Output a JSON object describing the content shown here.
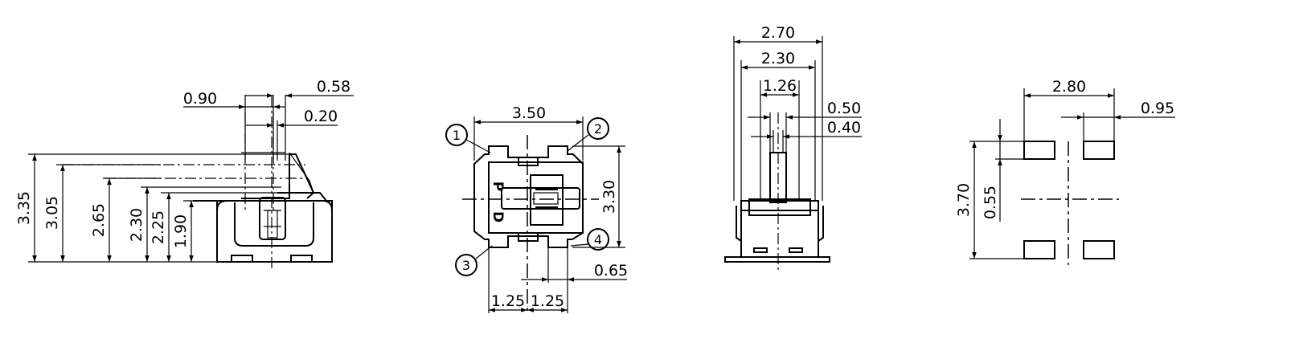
{
  "side_view": {
    "dims": {
      "w090": "0.90",
      "w058": "0.58",
      "w020": "0.20",
      "h335": "3.35",
      "h305": "3.05",
      "h265": "2.65",
      "h230": "2.30",
      "h225": "2.25",
      "h190": "1.90"
    }
  },
  "top_view": {
    "dims": {
      "w350": "3.50",
      "h330": "3.30",
      "w065": "0.65",
      "w125a": "1.25",
      "w125b": "1.25"
    },
    "pins": [
      "1",
      "2",
      "3",
      "4"
    ],
    "marks": {
      "p": "P",
      "d": "D"
    }
  },
  "front_view": {
    "dims": {
      "w270": "2.70",
      "w230": "2.30",
      "w126": "1.26",
      "w050": "0.50",
      "w040": "0.40"
    }
  },
  "footprint": {
    "dims": {
      "w280": "2.80",
      "w095": "0.95",
      "h370": "3.70",
      "h055": "0.55"
    }
  }
}
